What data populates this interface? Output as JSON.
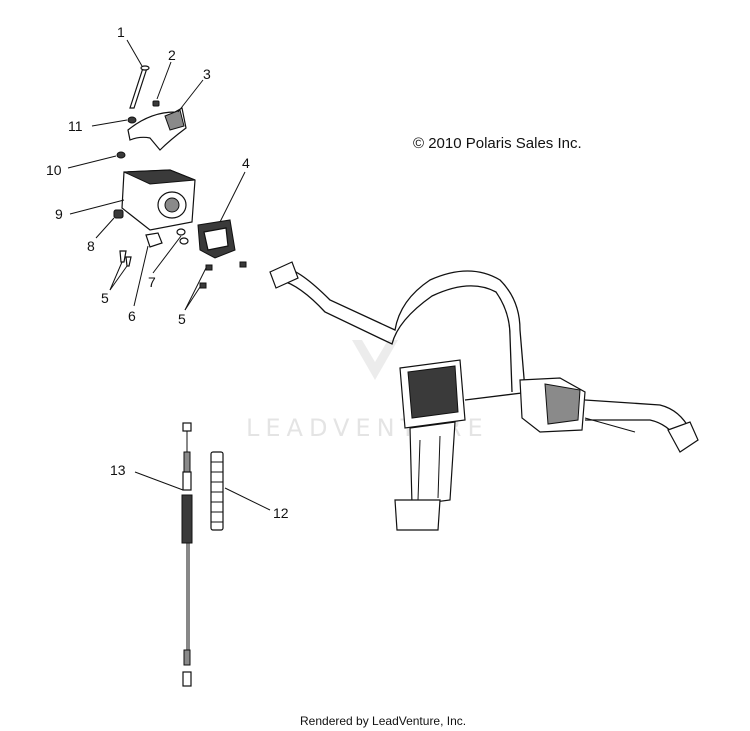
{
  "copyright": "© 2010 Polaris Sales Inc.",
  "footer": "Rendered by LeadVenture, Inc.",
  "watermark": "LEADVENTURE",
  "callouts": {
    "c1": "1",
    "c2": "2",
    "c3": "3",
    "c4": "4",
    "c5a": "5",
    "c5b": "5",
    "c6": "6",
    "c7": "7",
    "c8": "8",
    "c9": "9",
    "c10": "10",
    "c11": "11",
    "c12": "12",
    "c13": "13"
  }
}
